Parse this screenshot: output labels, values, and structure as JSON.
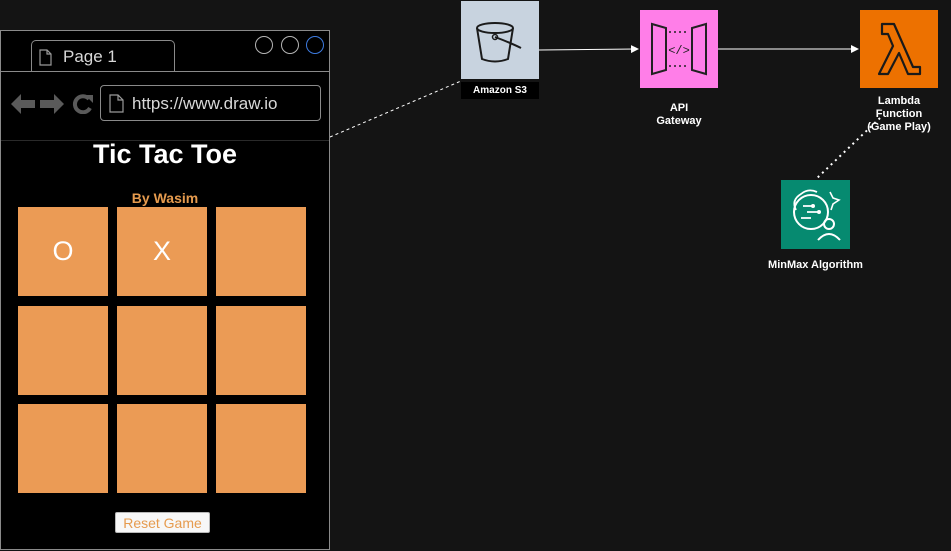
{
  "browser": {
    "tab_label": "Page 1",
    "url": "https://www.draw.io",
    "window_buttons": [
      "minimize",
      "maximize",
      "close"
    ],
    "accent_color": "#3d7be0"
  },
  "game": {
    "title": "Tic Tac Toe",
    "author": "By Wasim",
    "cells": [
      "O",
      "X",
      "",
      "",
      "",
      "",
      "",
      "",
      ""
    ],
    "reset_label": "Reset Game",
    "cell_color": "#eb9b55"
  },
  "diagram": {
    "s3": {
      "label": "Amazon S3",
      "icon": "bucket-icon",
      "color": "#c8d3df"
    },
    "api_gateway": {
      "label_lines": [
        "API",
        "Gateway"
      ],
      "icon": "api-gateway-icon",
      "color": "#ff7ee8"
    },
    "lambda": {
      "label_lines": [
        "Lambda",
        "Function",
        "(Game Play)"
      ],
      "icon": "lambda-icon",
      "color": "#ed7100"
    },
    "minmax": {
      "label": "MinMax Algorithm",
      "icon": "brain-gear-icon",
      "color": "#068a70"
    }
  }
}
